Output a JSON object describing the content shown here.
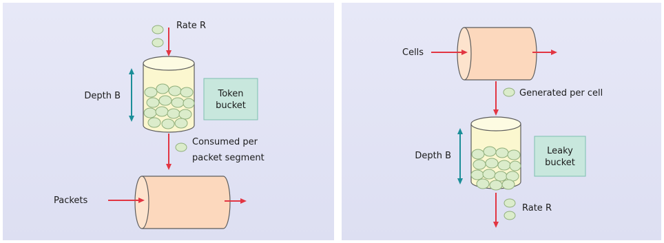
{
  "token_bucket": {
    "rate_label": "Rate R",
    "depth_label": "Depth B",
    "bucket_label_line1": "Token",
    "bucket_label_line2": "bucket",
    "consumed_line1": "Consumed per",
    "consumed_line2": "packet segment",
    "input_label": "Packets"
  },
  "leaky_bucket": {
    "input_label": "Cells",
    "generated_label": "Generated per cell",
    "depth_label": "Depth B",
    "bucket_label_line1": "Leaky",
    "bucket_label_line2": "bucket",
    "rate_label": "Rate R"
  },
  "colors": {
    "arrow_red": "#e23542",
    "depth_teal": "#1b8e98",
    "bucket_fill": "#fbf7cf",
    "token_green": "#dbeccb",
    "label_box": "#c8e7dd",
    "pipe_fill": "#fcd8bd"
  }
}
